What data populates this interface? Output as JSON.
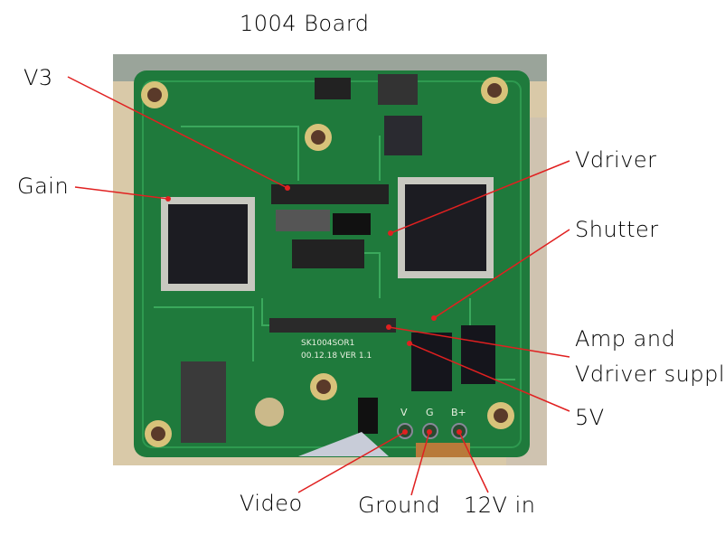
{
  "title": "1004 Board",
  "labels": {
    "v3": "V3",
    "gain": "Gain",
    "vdriver": "Vdriver",
    "shutter": "Shutter",
    "amp_line1": "Amp and",
    "amp_line2": "Vdriver supply",
    "five_v": "5V",
    "video": "Video",
    "ground": "Ground",
    "twelve_v": "12V in"
  },
  "board_silkscreen": {
    "part_number": "SK1004SOR1",
    "date_version": "00.12.18  VER 1.1",
    "pin_v": "V",
    "pin_g": "G",
    "pin_b": "B+"
  },
  "colors": {
    "annotation": "#e02020",
    "board": "#1f7a3c",
    "background_photo": "#d9c9a8"
  }
}
